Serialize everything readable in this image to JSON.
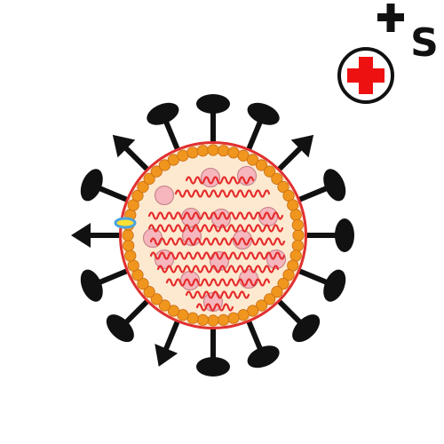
{
  "logo": {
    "letter": "S",
    "icons": [
      "plus-icon",
      "medical-cross-icon"
    ],
    "colors": {
      "cross": "#ee1111",
      "ink": "#111111",
      "badge_bg": "#ffffff"
    }
  },
  "virus": {
    "spike_count": 16,
    "rna_strand_count": 10,
    "membrane_bead_count": 52,
    "colors": {
      "spike": "#111111",
      "membrane_outline": "#e03030",
      "membrane_bead": "#f0961e",
      "interior": "#fde9cf",
      "rna": "#e52b2b",
      "protein": "#f5b6bd",
      "protein_outline": "#c9868e",
      "surface_protein": "#4aa3df",
      "surface_protein_fill": "#ffe033"
    }
  }
}
